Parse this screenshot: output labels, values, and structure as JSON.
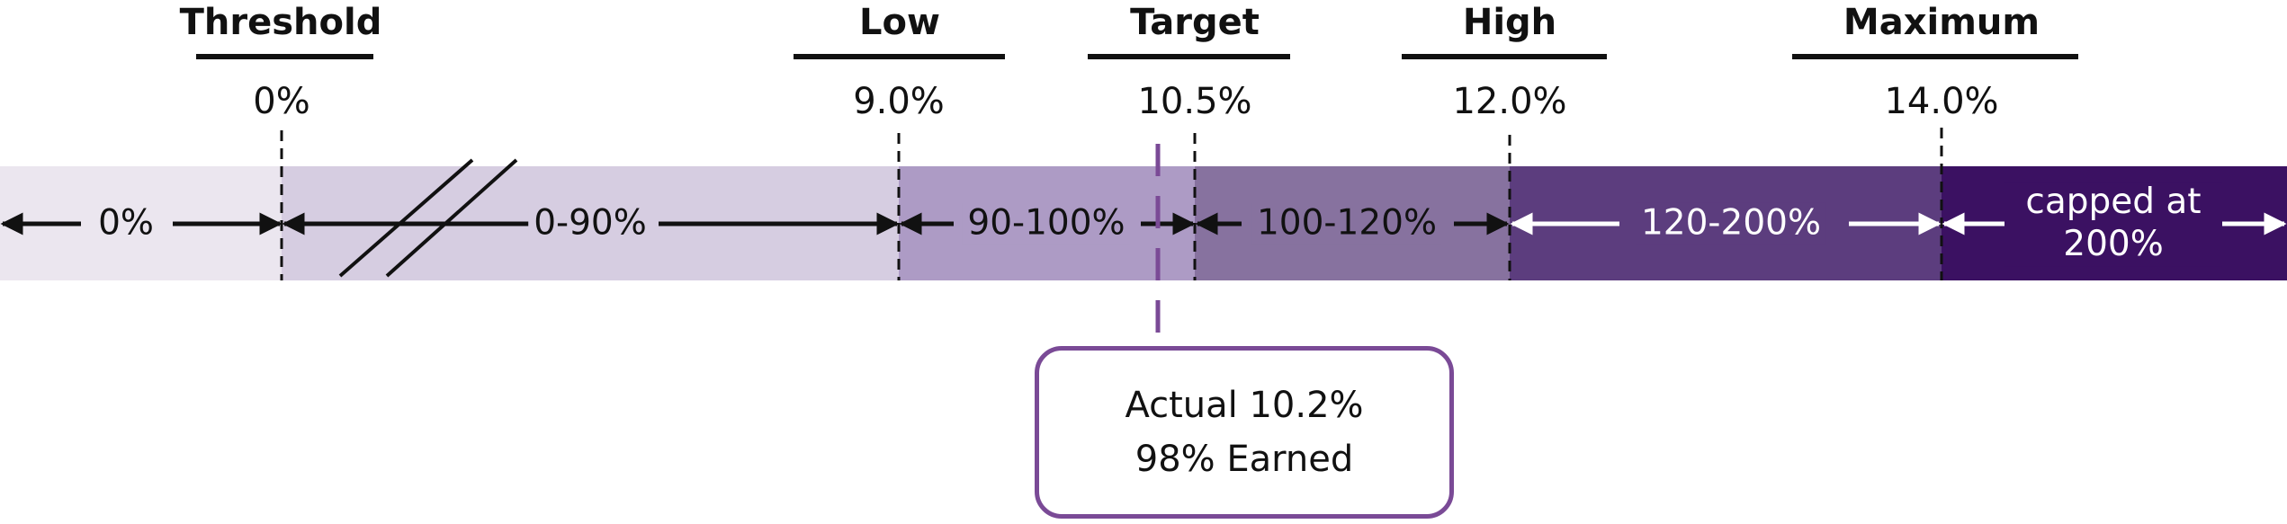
{
  "colors": {
    "band_0": "#ebe6ef",
    "band_1": "#d6cde1",
    "band_2": "#ad9bc5",
    "band_3": "#87729f",
    "band_4": "#5c3d7e",
    "band_5": "#3b1162",
    "actual_line": "#7a4a96",
    "callout_border": "#7a4a96"
  },
  "levels": [
    {
      "name": "Threshold",
      "value": "0%"
    },
    {
      "name": "Low",
      "value": "9.0%"
    },
    {
      "name": "Target",
      "value": "10.5%"
    },
    {
      "name": "High",
      "value": "12.0%"
    },
    {
      "name": "Maximum",
      "value": "14.0%"
    }
  ],
  "bands": [
    {
      "label": "0%",
      "text_color": "#111111"
    },
    {
      "label": "0-90%",
      "text_color": "#111111"
    },
    {
      "label": "90-100%",
      "text_color": "#111111"
    },
    {
      "label": "100-120%",
      "text_color": "#111111"
    },
    {
      "label": "120-200%",
      "text_color": "#ffffff"
    },
    {
      "label": "capped at 200%",
      "text_color": "#ffffff"
    }
  ],
  "actual": {
    "line1": "Actual 10.2%",
    "line2": "98% Earned"
  }
}
